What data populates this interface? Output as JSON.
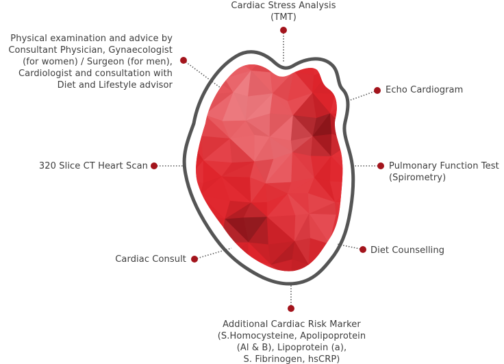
{
  "diagram": {
    "accent_color": "#a3141c",
    "heart_base_color": "#e0252c",
    "outline_color": "#555555",
    "items": [
      {
        "id": "cardiac-stress",
        "label": "Cardiac Stress Analysis\n(TMT)"
      },
      {
        "id": "physical-exam",
        "label": "Physical examination and advice by\nConsultant Physician, Gynaecologist\n(for women) / Surgeon (for men),\nCardiologist and consultation with\nDiet and Lifestyle advisor"
      },
      {
        "id": "echo",
        "label": "Echo Cardiogram"
      },
      {
        "id": "ct-scan",
        "label": "320 Slice CT Heart Scan"
      },
      {
        "id": "pulmonary",
        "label": "Pulmonary Function Test\n(Spirometry)"
      },
      {
        "id": "diet",
        "label": "Diet Counselling"
      },
      {
        "id": "cardiac-consult",
        "label": "Cardiac Consult"
      },
      {
        "id": "risk-marker",
        "label": "Additional Cardiac Risk Marker\n(S.Homocysteine, Apolipoprotein\n(Al & B), Lipoprotein (a),\nS. Fibrinogen, hsCRP)"
      }
    ]
  }
}
